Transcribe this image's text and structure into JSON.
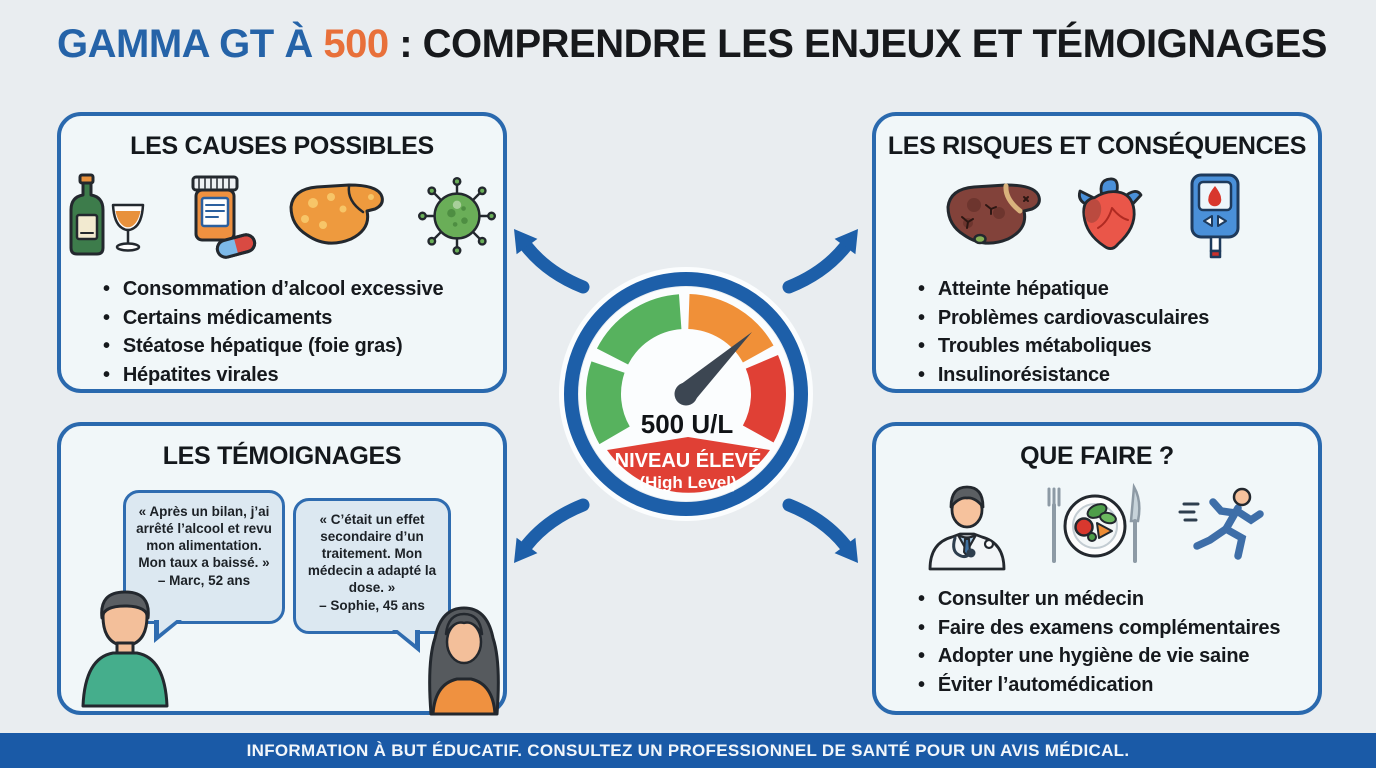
{
  "title": {
    "highlight_blue": "GAMMA GT À ",
    "highlight_orange": "500",
    "rest": " : COMPRENDRE LES ENJEUX ET TÉMOIGNAGES"
  },
  "colors": {
    "title_blue": "#2563a8",
    "title_orange": "#e8703a",
    "panel_border": "#2a69ae",
    "panel_bg": "#f1f7f9",
    "page_bg": "#e9edf0",
    "arrow_blue": "#1d5fa9",
    "footer_bg": "#1a5aa7",
    "bubble_bg": "#dce8f1",
    "gauge_green": "#57b25e",
    "gauge_orange": "#f09038",
    "gauge_red": "#e04035",
    "gauge_needle": "#3c4652"
  },
  "panels": {
    "causes": {
      "title": "LES CAUSES POSSIBLES",
      "icons": [
        "wine-bottle-and-glass-icon",
        "medication-bottle-icon",
        "fatty-liver-icon",
        "virus-icon"
      ],
      "items": [
        "Consommation d’alcool excessive",
        "Certains médicaments",
        "Stéatose hépatique (foie gras)",
        "Hépatites virales"
      ]
    },
    "risks": {
      "title": "LES RISQUES ET CONSÉQUENCES",
      "icons": [
        "damaged-liver-icon",
        "heart-icon",
        "glucometer-icon"
      ],
      "items": [
        "Atteinte hépatique",
        "Problèmes cardiovasculaires",
        "Troubles métaboliques",
        "Insulinorésistance"
      ]
    },
    "testimonials": {
      "title": "LES TÉMOIGNAGES",
      "quotes": [
        {
          "text": "« Après un bilan, j’ai arrêté l’alcool et revu mon alimentation. Mon taux a baissé. »",
          "author": "– Marc, 52 ans"
        },
        {
          "text": "« C’était un effet secondaire d’un traitement. Mon médecin a adapté la dose. »",
          "author": "– Sophie, 45 ans"
        }
      ]
    },
    "actions": {
      "title": "QUE FAIRE ?",
      "icons": [
        "doctor-icon",
        "healthy-plate-icon",
        "runner-icon"
      ],
      "items": [
        "Consulter un médecin",
        "Faire des examens complémentaires",
        "Adopter une hygiène de vie saine",
        "Éviter l’automédication"
      ]
    }
  },
  "gauge": {
    "value": "500 U/L",
    "status_line1": "NIVEAU ÉLEVÉ",
    "status_line2": "(High Level)",
    "segments": [
      "green",
      "green",
      "orange",
      "red"
    ]
  },
  "footer": {
    "text": "INFORMATION À BUT ÉDUCATIF. CONSULTEZ UN PROFESSIONNEL DE SANTÉ POUR UN AVIS MÉDICAL."
  }
}
